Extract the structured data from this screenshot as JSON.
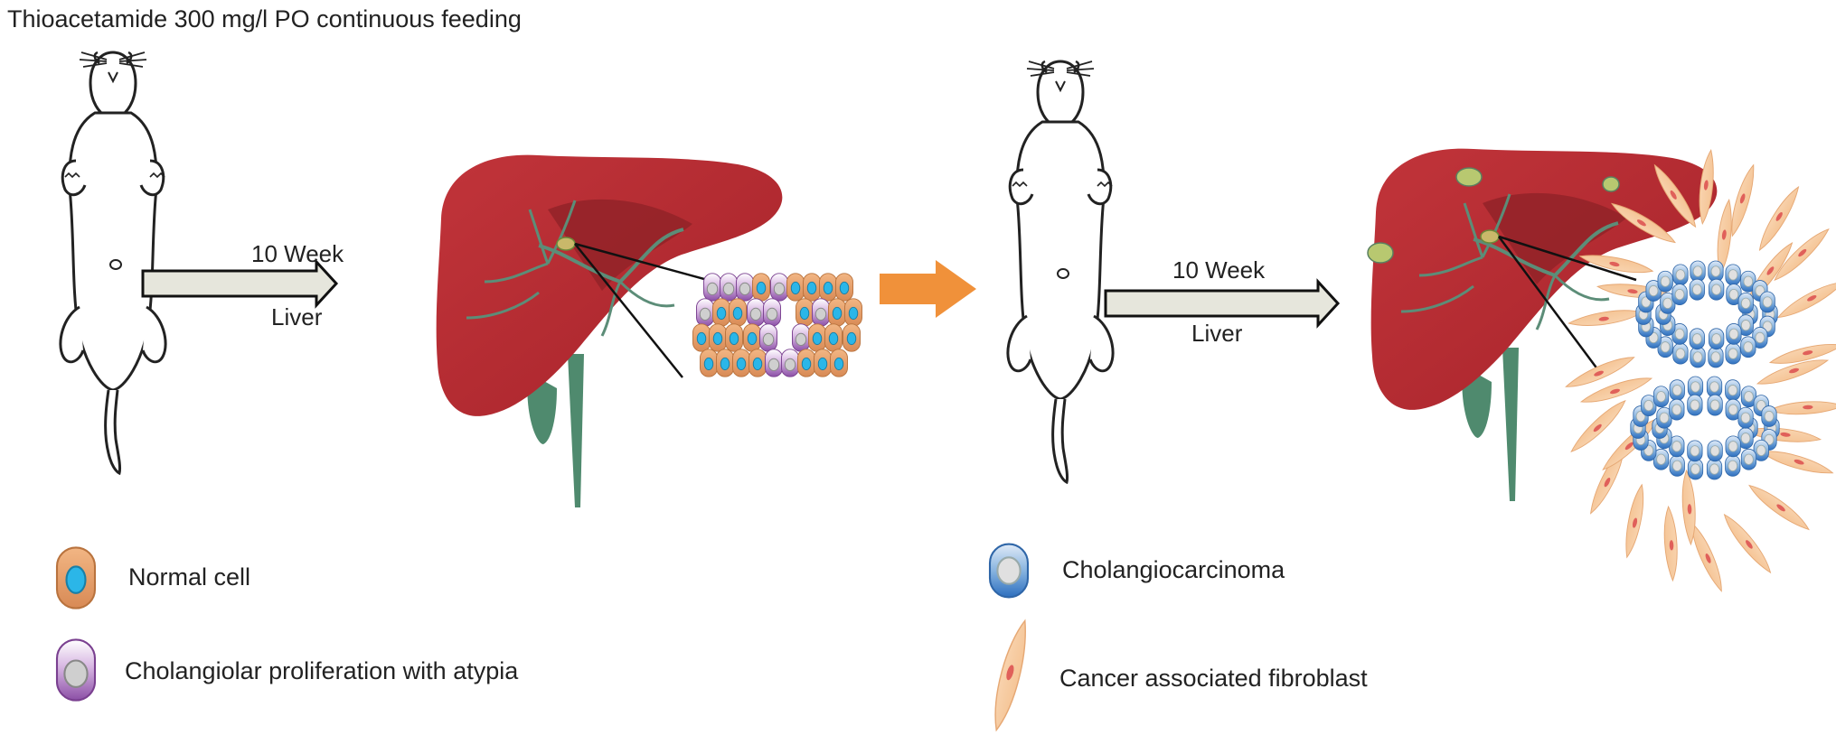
{
  "title": "Thioacetamide 300 mg/l PO continuous feeding",
  "stage1": {
    "arrow_top": "10 Week",
    "arrow_bottom": "Liver"
  },
  "stage2": {
    "arrow_top": "10 Week",
    "arrow_bottom": "Liver"
  },
  "legend": [
    {
      "label": "Normal cell",
      "icon": "normal-cell-icon"
    },
    {
      "label": "Cholangiolar proliferation with atypia",
      "icon": "atypia-cell-icon"
    },
    {
      "label": "Cholangiocarcinoma",
      "icon": "cholangiocarcinoma-cell-icon"
    },
    {
      "label": "Cancer associated fibroblast",
      "icon": "fibroblast-icon"
    }
  ],
  "colors": {
    "liver": "#b52a2e",
    "liver_dark": "#7e1b20",
    "gallbladder": "#4f8a6e",
    "normal_cell": "#e9a06a",
    "normal_nucleus": "#2bb6e8",
    "atypia_cell": "#9a5fb1",
    "tumor_cell": "#4b8ed0",
    "fibroblast": "#f6c79a",
    "between_arrow": "#f0913a",
    "arrow_fill": "#e6e6dc"
  }
}
